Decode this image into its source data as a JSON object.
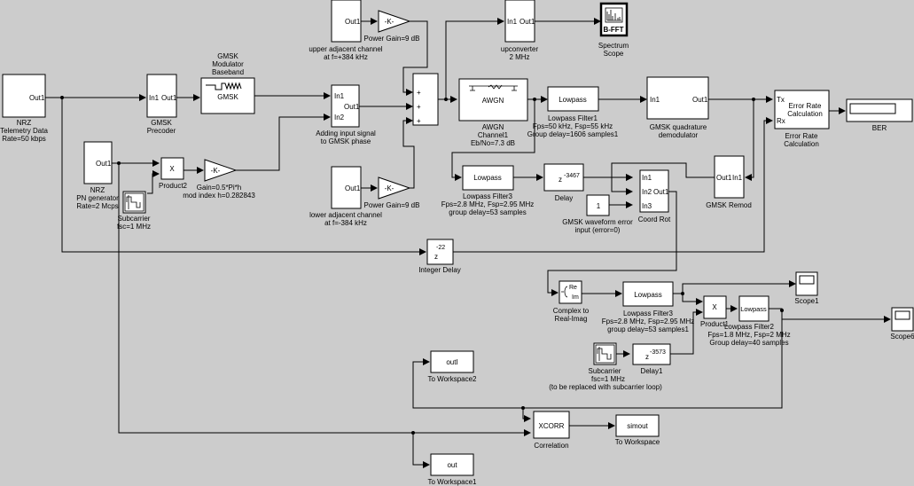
{
  "diagram": {
    "background": "#cccccc",
    "blocks": {
      "nrz_telemetry": {
        "port_out": "Out1",
        "label": [
          "NRZ",
          "Telemetry Data",
          "Rate=50 kbps"
        ]
      },
      "gmsk_precoder": {
        "port_in": "In1",
        "port_out": "Out1",
        "label": [
          "GMSK",
          "Precoder"
        ]
      },
      "gmsk_modulator": {
        "inner": "GMSK",
        "label": [
          "GMSK",
          "Modulator",
          "Baseband"
        ]
      },
      "pn_generator": {
        "port_out": "Out1",
        "label": [
          "NRZ",
          "PN generator",
          "Rate=2 Mcps"
        ]
      },
      "product2": {
        "inner": "X",
        "label": [
          "Product2"
        ]
      },
      "subcarrier1": {
        "label": [
          "Subcarrier",
          "fsc=1 MHz"
        ]
      },
      "gain_mod": {
        "inner": "-K-",
        "label": [
          "Gain=0.5*Pi*h",
          "mod index h=0.282843"
        ]
      },
      "upper_adjacent": {
        "port_out": "Out1",
        "label": [
          "upper adjacent channel",
          "at f=+384 kHz"
        ]
      },
      "power_gain_upper": {
        "inner": "-K-",
        "label": [
          "Power Gain=9 dB"
        ]
      },
      "adding_input": {
        "port_in1": "In1",
        "port_in2": "In2",
        "port_out": "Out1",
        "label": [
          "Adding input signal",
          "to GMSK phase"
        ]
      },
      "lower_adjacent": {
        "port_out": "Out1",
        "label": [
          "lower adjacent channel",
          "at f=-384 kHz"
        ]
      },
      "power_gain_lower": {
        "inner": "-K-",
        "label": [
          "Power Gain=9 dB"
        ]
      },
      "sum": {
        "signs": [
          "+",
          "+",
          "+"
        ]
      },
      "upconverter": {
        "port_in": "In1",
        "port_out": "Out1",
        "label": [
          "upconverter",
          "2 MHz"
        ]
      },
      "spectrum_scope": {
        "inner": "B-FFT",
        "label": [
          "Spectrum",
          "Scope"
        ]
      },
      "awgn": {
        "inner": "AWGN",
        "label": [
          "AWGN",
          "Channel1",
          "Eb/No=7.3 dB"
        ]
      },
      "lowpass_filter1": {
        "inner": "Lowpass",
        "label": [
          "Lowpass Filter1",
          "Fps=50 kHz, Fsp=55 kHz",
          "Group delay=1606 samples1"
        ]
      },
      "gmsk_demod": {
        "port_in": "In1",
        "port_out": "Out1",
        "label": [
          "GMSK quadrature",
          "demodulator"
        ]
      },
      "error_rate": {
        "port_tx": "Tx",
        "port_rx": "Rx",
        "inner": [
          "Error Rate",
          "Calculation"
        ],
        "label": [
          "Error Rate",
          "Calculation"
        ]
      },
      "ber": {
        "label": [
          "BER"
        ]
      },
      "gmsk_remod": {
        "port_out": "Out1",
        "port_in": "In1",
        "label": [
          "GMSK Remod"
        ]
      },
      "lowpass_filter3a": {
        "inner": "Lowpass",
        "label": [
          "Lowpass Filter3",
          "Fps=2.8 MHz, Fsp=2.95 MHz",
          "group delay=53 samples"
        ]
      },
      "delay": {
        "inner_base": "z",
        "inner_exp": "-3467",
        "label": [
          "Delay"
        ]
      },
      "const_error": {
        "inner": "1",
        "label": [
          "GMSK waveform error",
          "input (error=0)"
        ]
      },
      "coord_rot": {
        "port_in1": "In1",
        "port_in2": "In2",
        "port_in3": "In3",
        "port_out": "Out1",
        "label": [
          "Coord Rot"
        ]
      },
      "integer_delay": {
        "inner_exp": "-22",
        "inner_base": "z",
        "label": [
          "Integer Delay"
        ]
      },
      "complex_to_real": {
        "port_re": "Re",
        "port_im": "Im",
        "label": [
          "Complex to",
          "Real-Imag"
        ]
      },
      "lowpass_filter3b": {
        "inner": "Lowpass",
        "label": [
          "Lowpass Filter3",
          "Fps=2.8 MHz, Fsp=2.95 MHz",
          "group delay=53 samples1"
        ]
      },
      "product1": {
        "inner": "X",
        "label": [
          "Product1"
        ]
      },
      "lowpass_filter2": {
        "inner": "Lowpass",
        "label": [
          "Lowpass Filter2",
          "Fps=1.8 MHz, Fsp=2 MHz",
          "Group delay=40 samples"
        ]
      },
      "scope1": {
        "label": [
          "Scope1"
        ]
      },
      "scope6": {
        "label": [
          "Scope6"
        ]
      },
      "subcarrier2": {
        "label": [
          "Subcarrier",
          "fsc=1 MHz",
          "(to be replaced with subcarrier loop)"
        ]
      },
      "delay1": {
        "inner_base": "z",
        "inner_exp": "-3573",
        "label": [
          "Delay1"
        ]
      },
      "to_workspace2": {
        "inner": "outI",
        "label": [
          "To Workspace2"
        ]
      },
      "xcorr": {
        "inner": "XCORR",
        "label": [
          "Correlation"
        ]
      },
      "to_workspace": {
        "inner": "simout",
        "label": [
          "To Workspace"
        ]
      },
      "to_workspace1": {
        "inner": "out",
        "label": [
          "To Workspace1"
        ]
      }
    }
  }
}
